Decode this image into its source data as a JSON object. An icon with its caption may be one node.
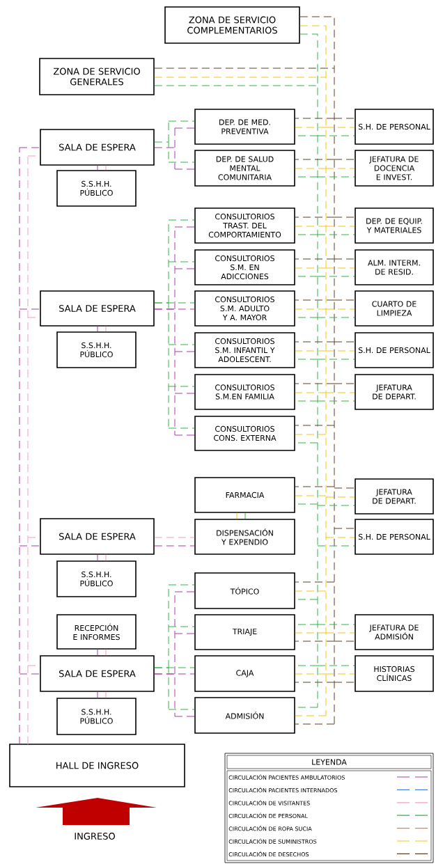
{
  "diagram": {
    "nodes": [
      {
        "text": [
          "ZONA DE SERVICIO COMPLEMENTARIOS"
        ]
      },
      {
        "text": [
          "ZONA DE SERVICIO GENERALES"
        ]
      },
      {
        "text": [
          "SALA DE ESPERA"
        ]
      },
      {
        "text": [
          "S.S.H.H. PÚBLICO"
        ]
      },
      {
        "text": [
          "DEP. DE MED. PREVENTIVA"
        ]
      },
      {
        "text": [
          "DEP. DE SALUD MENTAL COMUNITARIA"
        ]
      },
      {
        "text": [
          "S.H. DE PERSONAL"
        ]
      },
      {
        "text": [
          "JEFATURA DE DOCENCIA E INVEST."
        ]
      },
      {
        "text": [
          "CONSULTORIOS TRAST. DEL COMPORTAMIENTO"
        ]
      },
      {
        "text": [
          "DEP. DE EQUIP. Y MATERIALES"
        ]
      },
      {
        "text": [
          "CONSULTORIOS S.M. EN ADICCIONES"
        ]
      },
      {
        "text": [
          "ALM. INTERM. DE RESID."
        ]
      },
      {
        "text": [
          "SALA DE ESPERA"
        ]
      },
      {
        "text": [
          "S.S.H.H. PÚBLICO"
        ]
      },
      {
        "text": [
          "CONSULTORIOS S.M. ADULTO Y A. MAYOR"
        ]
      },
      {
        "text": [
          "CUARTO DE LIMPIEZA"
        ]
      },
      {
        "text": [
          "CONSULTORIOS S.M. INFANTIL Y ADOLESCENT."
        ]
      },
      {
        "text": [
          "S.H. DE PERSONAL"
        ]
      },
      {
        "text": [
          "CONSULTORIOS S.M.EN FAMILIA"
        ]
      },
      {
        "text": [
          "JEFATURA DE DEPART."
        ]
      },
      {
        "text": [
          "CONSULTORIOS CONS. EXTERNA"
        ]
      },
      {
        "text": [
          "FARMACIA"
        ]
      },
      {
        "text": [
          "JEFATURA DE DEPART."
        ]
      },
      {
        "text": [
          "SALA DE ESPERA"
        ]
      },
      {
        "text": [
          "DISPENSACIÓN Y EXPENDIO"
        ]
      },
      {
        "text": [
          "S.H. DE PERSONAL"
        ]
      },
      {
        "text": [
          "S.S.H.H. PÚBLICO"
        ]
      },
      {
        "text": [
          "TÓPICO"
        ]
      },
      {
        "text": [
          "RECEPCIÓN E INFORMES"
        ]
      },
      {
        "text": [
          "TRIAJE"
        ]
      },
      {
        "text": [
          "JEFATURA DE ADMISIÓN"
        ]
      },
      {
        "text": [
          "SALA DE ESPERA"
        ]
      },
      {
        "text": [
          "CAJA"
        ]
      },
      {
        "text": [
          "HISTORIAS CLÍNICAS"
        ]
      },
      {
        "text": [
          "S.S.H.H. PÚBLICO"
        ]
      },
      {
        "text": [
          "ADMISIÓN"
        ]
      },
      {
        "text": [
          "HALL DE INGRESO"
        ]
      }
    ],
    "edges": [
      {
        "from": 36,
        "to": 2,
        "arrow": "none",
        "color": "#b03ca8"
      },
      {
        "from": 36,
        "to": 2,
        "arrow": "none",
        "color": "#f6a0b8"
      },
      {
        "from": 36,
        "to": 12,
        "arrow": "none",
        "color": "#b03ca8"
      },
      {
        "from": 36,
        "to": 12,
        "arrow": "none",
        "color": "#f6a0b8"
      },
      {
        "from": 36,
        "to": 23,
        "arrow": "none",
        "color": "#b03ca8"
      },
      {
        "from": 36,
        "to": 23,
        "arrow": "none",
        "color": "#f6a0b8"
      },
      {
        "from": 36,
        "to": 31,
        "arrow": "none",
        "color": "#b03ca8"
      },
      {
        "from": 36,
        "to": 31,
        "arrow": "none",
        "color": "#f6a0b8"
      },
      {
        "from": 2,
        "to": 3,
        "arrow": "none",
        "color": "#b03ca8"
      },
      {
        "from": 2,
        "to": 3,
        "arrow": "none",
        "color": "#f6a0b8"
      },
      {
        "from": 12,
        "to": 13,
        "arrow": "none",
        "color": "#b03ca8"
      },
      {
        "from": 12,
        "to": 13,
        "arrow": "none",
        "color": "#f6a0b8"
      },
      {
        "from": 23,
        "to": 26,
        "arrow": "none",
        "color": "#b03ca8"
      },
      {
        "from": 23,
        "to": 26,
        "arrow": "none",
        "color": "#f6a0b8"
      },
      {
        "from": 28,
        "to": 31,
        "arrow": "none",
        "color": "#b03ca8"
      },
      {
        "from": 28,
        "to": 31,
        "arrow": "none",
        "color": "#f6a0b8"
      },
      {
        "from": 31,
        "to": 34,
        "arrow": "none",
        "color": "#b03ca8"
      },
      {
        "from": 31,
        "to": 34,
        "arrow": "none",
        "color": "#f6a0b8"
      },
      {
        "from": 2,
        "to": 4,
        "arrow": "none",
        "color": "#33b34a"
      },
      {
        "from": 2,
        "to": 4,
        "arrow": "none",
        "color": "#b03ca8"
      },
      {
        "from": 2,
        "to": 5,
        "arrow": "none",
        "color": "#33b34a"
      },
      {
        "from": 2,
        "to": 5,
        "arrow": "none",
        "color": "#b03ca8"
      },
      {
        "from": 12,
        "to": 8,
        "arrow": "none",
        "color": "#33b34a"
      },
      {
        "from": 12,
        "to": 8,
        "arrow": "none",
        "color": "#b03ca8"
      },
      {
        "from": 12,
        "to": 10,
        "arrow": "none",
        "color": "#33b34a"
      },
      {
        "from": 12,
        "to": 10,
        "arrow": "none",
        "color": "#b03ca8"
      },
      {
        "from": 12,
        "to": 14,
        "arrow": "none",
        "color": "#33b34a"
      },
      {
        "from": 12,
        "to": 14,
        "arrow": "none",
        "color": "#b03ca8"
      },
      {
        "from": 12,
        "to": 16,
        "arrow": "none",
        "color": "#33b34a"
      },
      {
        "from": 12,
        "to": 16,
        "arrow": "none",
        "color": "#b03ca8"
      },
      {
        "from": 12,
        "to": 18,
        "arrow": "none",
        "color": "#33b34a"
      },
      {
        "from": 12,
        "to": 18,
        "arrow": "none",
        "color": "#b03ca8"
      },
      {
        "from": 12,
        "to": 20,
        "arrow": "none",
        "color": "#33b34a"
      },
      {
        "from": 12,
        "to": 20,
        "arrow": "none",
        "color": "#b03ca8"
      },
      {
        "from": 21,
        "to": 24,
        "arrow": "none",
        "color": "#f5c518"
      },
      {
        "from": 21,
        "to": 24,
        "arrow": "none",
        "color": "#33b34a"
      },
      {
        "from": 23,
        "to": 24,
        "arrow": "none",
        "color": "#f6a0b8"
      },
      {
        "from": 23,
        "to": 24,
        "arrow": "none",
        "color": "#b03ca8"
      },
      {
        "from": 31,
        "to": 27,
        "arrow": "none",
        "color": "#33b34a"
      },
      {
        "from": 31,
        "to": 27,
        "arrow": "none",
        "color": "#b03ca8"
      },
      {
        "from": 31,
        "to": 29,
        "arrow": "none",
        "color": "#33b34a"
      },
      {
        "from": 31,
        "to": 29,
        "arrow": "none",
        "color": "#b03ca8"
      },
      {
        "from": 31,
        "to": 32,
        "arrow": "none",
        "color": "#33b34a"
      },
      {
        "from": 31,
        "to": 32,
        "arrow": "none",
        "color": "#b03ca8"
      },
      {
        "from": 31,
        "to": 35,
        "arrow": "none",
        "color": "#33b34a"
      },
      {
        "from": 31,
        "to": 35,
        "arrow": "none",
        "color": "#b03ca8"
      },
      {
        "from": 1,
        "to": 0,
        "arrow": "none",
        "color": "#5c4025"
      },
      {
        "from": 1,
        "to": 0,
        "arrow": "none",
        "color": "#f5c518"
      },
      {
        "from": 1,
        "to": 0,
        "arrow": "none",
        "color": "#33b34a"
      },
      {
        "from": 0,
        "to": 4,
        "arrow": "none",
        "color": "#5c4025"
      },
      {
        "from": 0,
        "to": 4,
        "arrow": "none",
        "color": "#f5c518"
      },
      {
        "from": 0,
        "to": 4,
        "arrow": "none",
        "color": "#33b34a"
      },
      {
        "from": 0,
        "to": 6,
        "arrow": "none",
        "color": "#5c4025"
      },
      {
        "from": 0,
        "to": 6,
        "arrow": "none",
        "color": "#f5c518"
      },
      {
        "from": 0,
        "to": 6,
        "arrow": "none",
        "color": "#33b34a"
      },
      {
        "from": 0,
        "to": 5,
        "arrow": "none",
        "color": "#5c4025"
      },
      {
        "from": 0,
        "to": 5,
        "arrow": "none",
        "color": "#f5c518"
      },
      {
        "from": 0,
        "to": 5,
        "arrow": "none",
        "color": "#33b34a"
      },
      {
        "from": 0,
        "to": 7,
        "arrow": "none",
        "color": "#5c4025"
      },
      {
        "from": 0,
        "to": 7,
        "arrow": "none",
        "color": "#f5c518"
      },
      {
        "from": 0,
        "to": 7,
        "arrow": "none",
        "color": "#33b34a"
      },
      {
        "from": 0,
        "to": 8,
        "arrow": "none",
        "color": "#5c4025"
      },
      {
        "from": 0,
        "to": 8,
        "arrow": "none",
        "color": "#f5c518"
      },
      {
        "from": 0,
        "to": 8,
        "arrow": "none",
        "color": "#33b34a"
      },
      {
        "from": 0,
        "to": 9,
        "arrow": "none",
        "color": "#5c4025"
      },
      {
        "from": 0,
        "to": 9,
        "arrow": "none",
        "color": "#f5c518"
      },
      {
        "from": 0,
        "to": 9,
        "arrow": "none",
        "color": "#33b34a"
      },
      {
        "from": 0,
        "to": 10,
        "arrow": "none",
        "color": "#5c4025"
      },
      {
        "from": 0,
        "to": 10,
        "arrow": "none",
        "color": "#f5c518"
      },
      {
        "from": 0,
        "to": 10,
        "arrow": "none",
        "color": "#33b34a"
      },
      {
        "from": 0,
        "to": 11,
        "arrow": "none",
        "color": "#5c4025"
      },
      {
        "from": 0,
        "to": 11,
        "arrow": "none",
        "color": "#f5c518"
      },
      {
        "from": 0,
        "to": 11,
        "arrow": "none",
        "color": "#33b34a"
      },
      {
        "from": 0,
        "to": 14,
        "arrow": "none",
        "color": "#5c4025"
      },
      {
        "from": 0,
        "to": 14,
        "arrow": "none",
        "color": "#f5c518"
      },
      {
        "from": 0,
        "to": 14,
        "arrow": "none",
        "color": "#33b34a"
      },
      {
        "from": 0,
        "to": 15,
        "arrow": "none",
        "color": "#5c4025"
      },
      {
        "from": 0,
        "to": 15,
        "arrow": "none",
        "color": "#f5c518"
      },
      {
        "from": 0,
        "to": 15,
        "arrow": "none",
        "color": "#33b34a"
      },
      {
        "from": 0,
        "to": 16,
        "arrow": "none",
        "color": "#5c4025"
      },
      {
        "from": 0,
        "to": 16,
        "arrow": "none",
        "color": "#f5c518"
      },
      {
        "from": 0,
        "to": 16,
        "arrow": "none",
        "color": "#33b34a"
      },
      {
        "from": 0,
        "to": 17,
        "arrow": "none",
        "color": "#5c4025"
      },
      {
        "from": 0,
        "to": 17,
        "arrow": "none",
        "color": "#f5c518"
      },
      {
        "from": 0,
        "to": 17,
        "arrow": "none",
        "color": "#33b34a"
      },
      {
        "from": 0,
        "to": 18,
        "arrow": "none",
        "color": "#5c4025"
      },
      {
        "from": 0,
        "to": 18,
        "arrow": "none",
        "color": "#f5c518"
      },
      {
        "from": 0,
        "to": 18,
        "arrow": "none",
        "color": "#33b34a"
      },
      {
        "from": 0,
        "to": 19,
        "arrow": "none",
        "color": "#5c4025"
      },
      {
        "from": 0,
        "to": 19,
        "arrow": "none",
        "color": "#f5c518"
      },
      {
        "from": 0,
        "to": 19,
        "arrow": "none",
        "color": "#33b34a"
      },
      {
        "from": 0,
        "to": 20,
        "arrow": "none",
        "color": "#5c4025"
      },
      {
        "from": 0,
        "to": 20,
        "arrow": "none",
        "color": "#f5c518"
      },
      {
        "from": 0,
        "to": 20,
        "arrow": "none",
        "color": "#33b34a"
      },
      {
        "from": 0,
        "to": 21,
        "arrow": "none",
        "color": "#5c4025"
      },
      {
        "from": 0,
        "to": 21,
        "arrow": "none",
        "color": "#f5c518"
      },
      {
        "from": 0,
        "to": 21,
        "arrow": "none",
        "color": "#33b34a"
      },
      {
        "from": 0,
        "to": 22,
        "arrow": "none",
        "color": "#5c4025"
      },
      {
        "from": 0,
        "to": 22,
        "arrow": "none",
        "color": "#f5c518"
      },
      {
        "from": 0,
        "to": 22,
        "arrow": "none",
        "color": "#33b34a"
      },
      {
        "from": 0,
        "to": 25,
        "arrow": "none",
        "color": "#5c4025"
      },
      {
        "from": 0,
        "to": 25,
        "arrow": "none",
        "color": "#f5c518"
      },
      {
        "from": 0,
        "to": 25,
        "arrow": "none",
        "color": "#33b34a"
      },
      {
        "from": 0,
        "to": 27,
        "arrow": "none",
        "color": "#5c4025"
      },
      {
        "from": 0,
        "to": 27,
        "arrow": "none",
        "color": "#f5c518"
      },
      {
        "from": 0,
        "to": 27,
        "arrow": "none",
        "color": "#33b34a"
      },
      {
        "from": 0,
        "to": 29,
        "arrow": "none",
        "color": "#5c4025"
      },
      {
        "from": 0,
        "to": 29,
        "arrow": "none",
        "color": "#f5c518"
      },
      {
        "from": 0,
        "to": 29,
        "arrow": "none",
        "color": "#33b34a"
      },
      {
        "from": 0,
        "to": 30,
        "arrow": "none",
        "color": "#5c4025"
      },
      {
        "from": 0,
        "to": 30,
        "arrow": "none",
        "color": "#f5c518"
      },
      {
        "from": 0,
        "to": 30,
        "arrow": "none",
        "color": "#33b34a"
      },
      {
        "from": 0,
        "to": 32,
        "arrow": "none",
        "color": "#5c4025"
      },
      {
        "from": 0,
        "to": 32,
        "arrow": "none",
        "color": "#f5c518"
      },
      {
        "from": 0,
        "to": 32,
        "arrow": "none",
        "color": "#33b34a"
      },
      {
        "from": 0,
        "to": 33,
        "arrow": "none",
        "color": "#5c4025"
      },
      {
        "from": 0,
        "to": 33,
        "arrow": "none",
        "color": "#f5c518"
      },
      {
        "from": 0,
        "to": 33,
        "arrow": "none",
        "color": "#33b34a"
      },
      {
        "from": 0,
        "to": 35,
        "arrow": "none",
        "color": "#5c4025"
      },
      {
        "from": 0,
        "to": 35,
        "arrow": "none",
        "color": "#f5c518"
      },
      {
        "from": 0,
        "to": 35,
        "arrow": "none",
        "color": "#33b34a"
      }
    ],
    "labels": [
      "LEYENDA",
      "INGRESO"
    ],
    "legend": [
      {
        "text": "CIRCULACIÓN PACIENTES AMBULATORIOS"
      },
      {
        "text": "CIRCULACIÓN PACIENTES INTERNADOS"
      },
      {
        "text": "CIRCULACIÓN DE VISITANTES"
      },
      {
        "text": "CIRCULACIÓN DE PERSONAL"
      },
      {
        "text": "CIRCULACIÓN DE ROPA SUCIA"
      },
      {
        "text": "CIRCULACIÓN DE SUMINISTROS"
      },
      {
        "text": "CIRCULACIÓN DE DESECHOS"
      }
    ]
  }
}
